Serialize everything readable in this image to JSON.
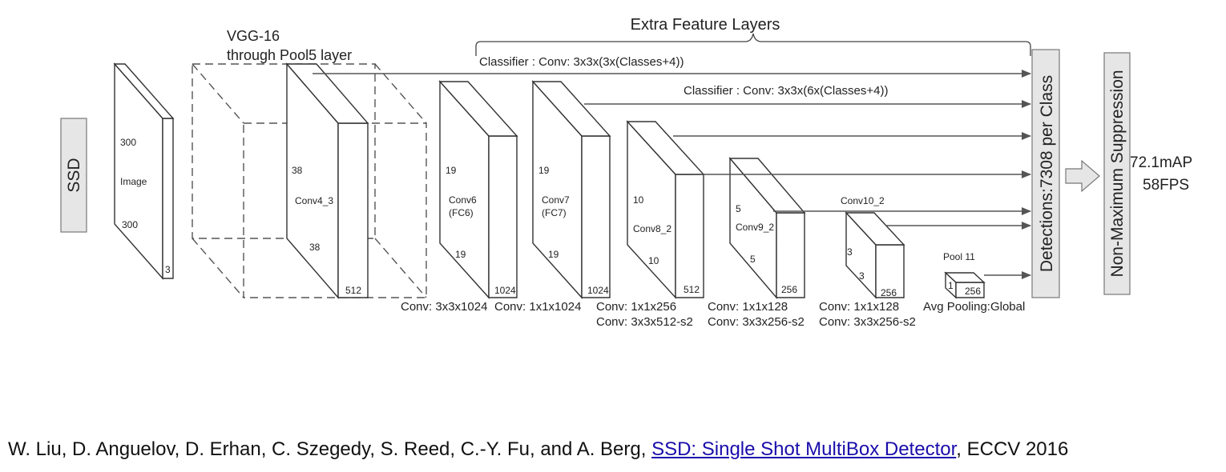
{
  "labels": {
    "ssd": "SSD",
    "vgg_line1": "VGG-16",
    "vgg_line2": "through Pool5 layer",
    "extra_features": "Extra Feature Layers",
    "classifier1": "Classifier : Conv: 3x3x(3x(Classes+4))",
    "classifier2": "Classifier : Conv: 3x3x(6x(Classes+4))",
    "detections": "Detections:7308  per Class",
    "nms": "Non-Maximum Suppression",
    "map": "72.1mAP",
    "fps": "58FPS"
  },
  "image": {
    "name": "Image",
    "dim1": "300",
    "dim2": "300",
    "depth": "3"
  },
  "conv4_3": {
    "name": "Conv4_3",
    "dim1": "38",
    "dim2": "38",
    "depth": "512"
  },
  "conv6": {
    "name1": "Conv6",
    "name2": "(FC6)",
    "dim1": "19",
    "dim2": "19",
    "depth": "1024",
    "op": "Conv: 3x3x1024"
  },
  "conv7": {
    "name1": "Conv7",
    "name2": "(FC7)",
    "dim1": "19",
    "dim2": "19",
    "depth": "1024",
    "op": "Conv: 1x1x1024"
  },
  "conv8_2": {
    "name": "Conv8_2",
    "dim1": "10",
    "dim2": "10",
    "depth": "512",
    "op1": "Conv: 1x1x256",
    "op2": "Conv:  3x3x512-s2"
  },
  "conv9_2": {
    "name": "Conv9_2",
    "dim1": "5",
    "dim2": "5",
    "depth": "256",
    "op1": "Conv: 1x1x128",
    "op2": "Conv: 3x3x256-s2"
  },
  "conv10_2": {
    "name": "Conv10_2",
    "dim1": "3",
    "dim2": "3",
    "depth": "256",
    "op1": "Conv: 1x1x128",
    "op2": "Conv: 3x3x256-s2"
  },
  "pool11": {
    "name": "Pool 11",
    "dim": "1",
    "depth": "256",
    "op": "Avg Pooling:Global"
  },
  "citation": {
    "prefix": "W. Liu, D. Anguelov, D. Erhan, C. Szegedy, S. Reed, C.-Y. Fu, and A. Berg, ",
    "link": "SSD: Single Shot MultiBox Detector",
    "suffix": ", ECCV 2016"
  }
}
